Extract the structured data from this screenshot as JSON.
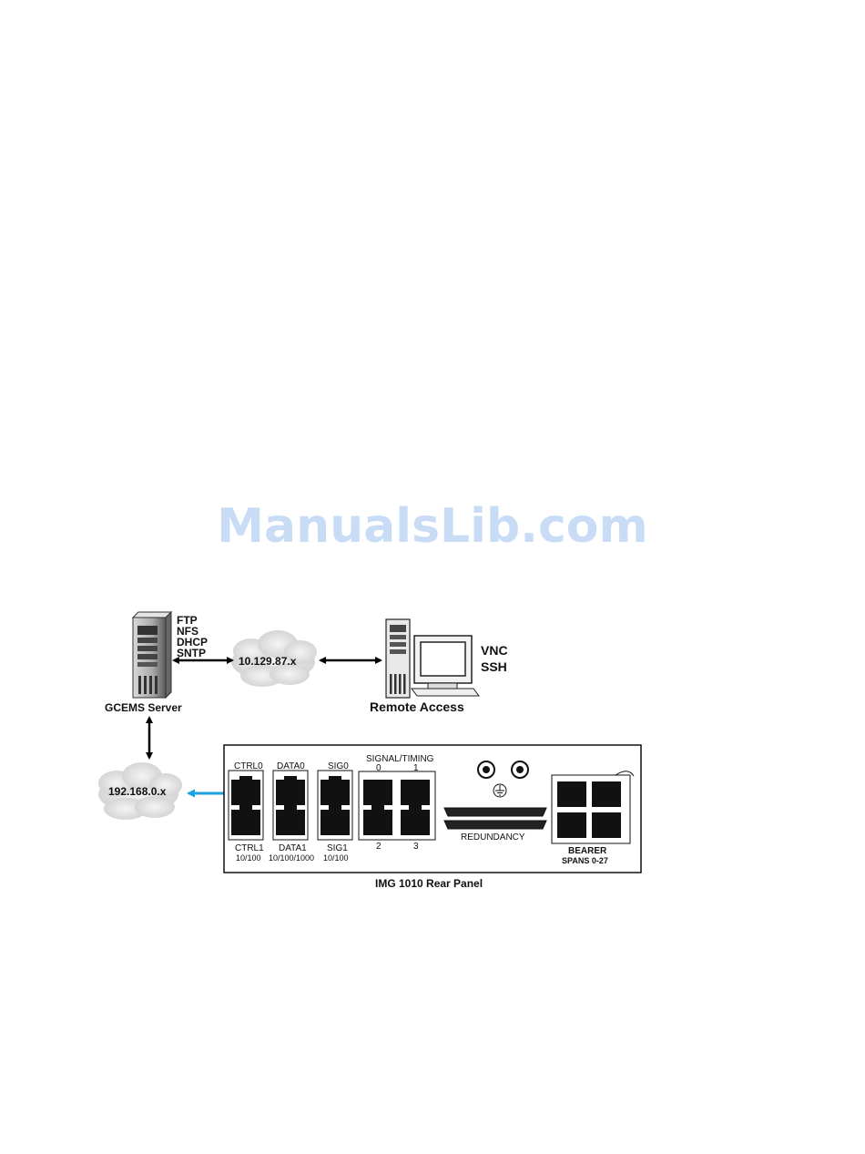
{
  "watermark": "ManualsLib.com",
  "server": {
    "label": "GCEMS Server",
    "protocols": [
      "FTP",
      "NFS",
      "DHCP",
      "SNTP"
    ]
  },
  "clouds": {
    "remote_network": "10.129.87.x",
    "local_network": "192.168.0.x"
  },
  "remote": {
    "label": "Remote Access",
    "protocols": [
      "VNC",
      "SSH"
    ]
  },
  "panel": {
    "caption": "IMG 1010 Rear Panel",
    "ports": {
      "ctrl0": "CTRL0",
      "ctrl1": "CTRL1",
      "ctrl_speed": "10/100",
      "data0": "DATA0",
      "data1": "DATA1",
      "data_speed": "10/100/1000",
      "sig0": "SIG0",
      "sig1": "SIG1",
      "sig_speed": "10/100",
      "signal_timing": "SIGNAL/TIMING",
      "st0": "0",
      "st1": "1",
      "st2": "2",
      "st3": "3",
      "redundancy": "REDUNDANCY",
      "bearer": "BEARER",
      "bearer_spans": "SPANS 0-27"
    }
  },
  "colors": {
    "link_arrow": "#1aa3e0",
    "watermark": "#c9dcf5"
  }
}
